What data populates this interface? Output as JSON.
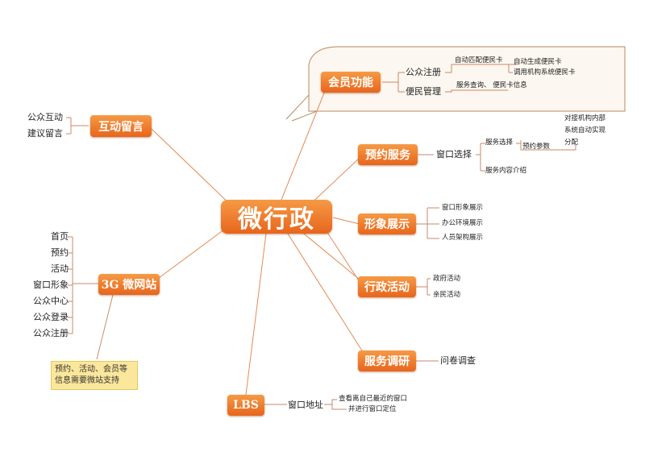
{
  "center": "微行政",
  "branches": {
    "member": "会员功能",
    "interact": "互动留言",
    "reserve": "预约服务",
    "image": "形象展示",
    "activity": "行政活动",
    "mobile": "3G 微网站",
    "survey": "服务调研",
    "lbs": "LBS"
  },
  "member": {
    "register": "公众注册",
    "manage": "便民管理",
    "auto_match": "自动匹配便民卡",
    "auto_gen": "自动生成便民卡",
    "call_system": "调用机构系统便民卡",
    "query": "服务查询、 便民卡信息"
  },
  "interact": {
    "items": [
      "公众互动",
      "建议留言"
    ]
  },
  "reserve": {
    "window_select": "窗口选择",
    "service_select": "服务选择",
    "params": "预约参数",
    "intro": "服务内容介绍",
    "dispatch": [
      "对接机构内部",
      "系统自动实现",
      "分配"
    ]
  },
  "image": {
    "items": [
      "窗口形象展示",
      "办公环境展示",
      "人员架构展示"
    ]
  },
  "activity": {
    "items": [
      "政府活动",
      "亲民活动"
    ]
  },
  "mobile": {
    "items": [
      "首页",
      "预约",
      "活动",
      "窗口形象",
      "公众中心",
      "公众登录",
      "公众注册"
    ],
    "note": [
      "预约、活动、会员等",
      "信息需要微站支持"
    ]
  },
  "survey": {
    "item": "问卷调查"
  },
  "lbs": {
    "item": "窗口地址",
    "desc": [
      "查看离自己最近的窗口",
      "并进行窗口定位"
    ]
  },
  "colors": {
    "orange": "#ec7624",
    "line": "#e58a55",
    "panel": "#fcf7f0",
    "note": "#fbe79b"
  }
}
